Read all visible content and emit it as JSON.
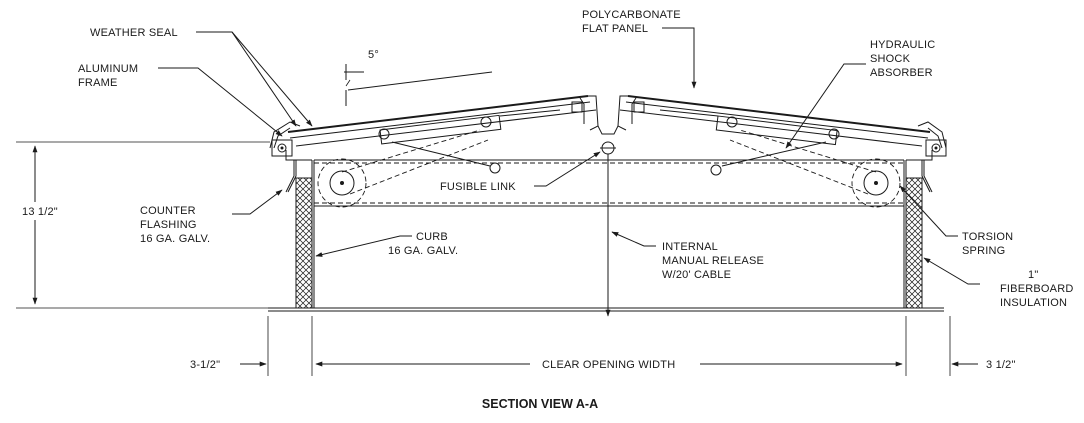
{
  "labels": {
    "weather_seal": "WEATHER SEAL",
    "aluminum_line1": "ALUMINUM",
    "aluminum_line2": "FRAME",
    "angle": "5°",
    "poly_line1": "POLYCARBONATE",
    "poly_line2": "FLAT PANEL",
    "hyd_line1": "HYDRAULIC",
    "hyd_line2": "SHOCK",
    "hyd_line3": "ABSORBER",
    "height": "13 1/2\"",
    "counter_line1": "COUNTER",
    "counter_line2": "FLASHING",
    "counter_line3": "16 GA. GALV.",
    "fusible_link": "FUSIBLE LINK",
    "curb_line1": "CURB",
    "curb_line2": "16 GA. GALV.",
    "internal_line1": "INTERNAL",
    "internal_line2": "MANUAL RELEASE",
    "internal_line3": "W/20' CABLE",
    "torsion_line1": "TORSION",
    "torsion_line2": "SPRING",
    "fiber_line1": "1\"",
    "fiber_line2": "FIBERBOARD",
    "fiber_line3": "INSULATION",
    "left_width": "3-1/2\"",
    "clear_opening": "CLEAR OPENING WIDTH",
    "right_width": "3 1/2\"",
    "section_title": "SECTION VIEW A-A"
  }
}
